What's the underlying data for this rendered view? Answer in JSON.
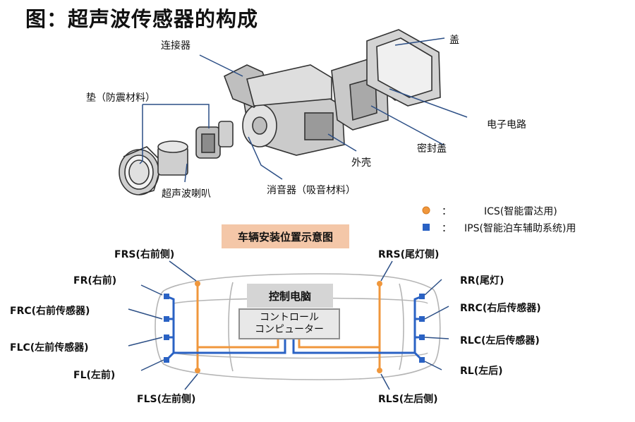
{
  "title": "图：超声波传感器的构成",
  "parts": {
    "connector": "连接器",
    "pad": "垫（防震材料）",
    "transducer": "超声波喇叭",
    "muffler": "消音器（吸音材料）",
    "housing": "外壳",
    "seal_cover": "密封盖",
    "circuit": "电子电路",
    "cover": "盖"
  },
  "legend": {
    "ics_label": "ICS(智能雷达用)",
    "ips_label": "IPS(智能泊车辅助系统)用",
    "colon": "：",
    "ics_color": "#f0973c",
    "ips_color": "#2a62c4"
  },
  "vehicle": {
    "banner": "车辆安装位置示意图",
    "controller_cn": "控制电脑",
    "controller_jp_line1": "コントロール",
    "controller_jp_line2": "コンピューター"
  },
  "sensors": {
    "frs": "FRS(右前侧)",
    "fr": "FR(右前)",
    "frc": "FRC(右前传感器)",
    "flc": "FLC(左前传感器)",
    "fl": "FL(左前)",
    "fls": "FLS(左前侧)",
    "rrs": "RRS(尾灯侧)",
    "rr": "RR(尾灯)",
    "rrc": "RRC(右后传感器)",
    "rlc": "RLC(左后传感器)",
    "rl": "RL(左后)",
    "rls": "RLS(左后侧)"
  }
}
